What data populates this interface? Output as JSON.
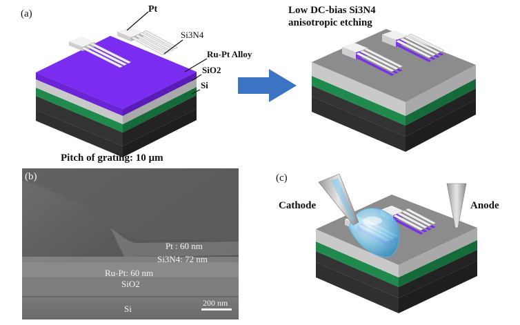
{
  "figure": {
    "panel_a": {
      "tag": "(a)",
      "labels": {
        "pt": "Pt",
        "si3n4": "Si3N4",
        "ru_pt": "Ru-Pt Alloy",
        "sio2": "SiO2",
        "si": "Si"
      },
      "pitch_caption": "Pitch of grating: 10 µm",
      "process_title_line1": "Low DC-bias Si3N4",
      "process_title_line2": "anisotropic etching"
    },
    "panel_b": {
      "tag": "(b)",
      "pt_label": "Pt : 60 nm",
      "si3n4_label": "Si3N4: 72 nm",
      "ru_pt_label": "Ru-Pt: 60 nm",
      "sio2_label": "SiO2",
      "si_label": "Si",
      "scale_bar": "200 nm"
    },
    "panel_c": {
      "tag": "(c)",
      "cathode": "Cathode",
      "anode": "Anode"
    },
    "colors": {
      "si": "#2f2f2f",
      "sio2": "#1f8a4c",
      "ru_pt": "#c9c9c9",
      "si3n4": "#7a2cf0",
      "top_etched": "#8c8c8c",
      "pt": "#eeeeee",
      "arrow": "#3c73c2"
    }
  }
}
